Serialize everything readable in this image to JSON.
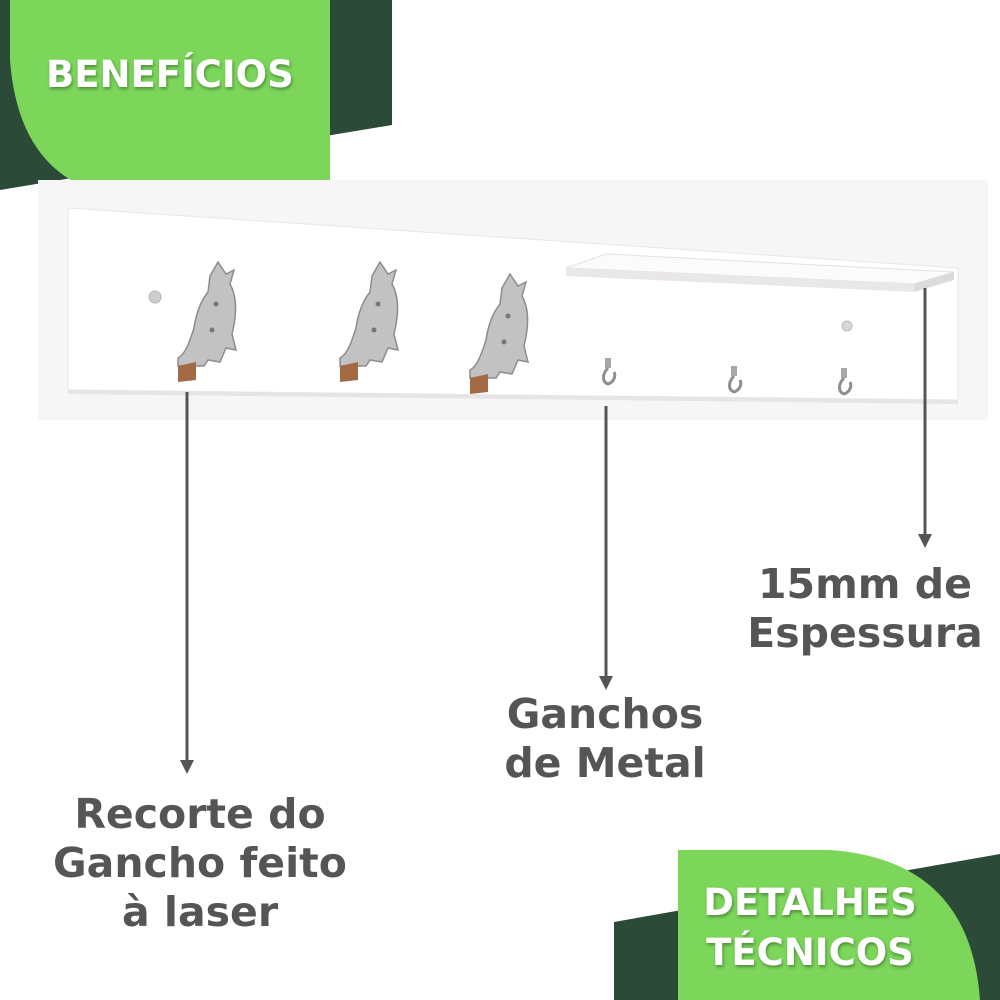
{
  "badges": {
    "top": {
      "label": "BENEFÍCIOS"
    },
    "bottom": {
      "line1": "DETALHES",
      "line2": "TÉCNICOS"
    }
  },
  "callouts": {
    "laser": {
      "line1": "Recorte do",
      "line2": "Gancho feito",
      "line3": "à laser"
    },
    "metal": {
      "line1": "Ganchos",
      "line2": "de Metal"
    },
    "thickness": {
      "line1": "15mm de",
      "line2": "Espessura"
    }
  },
  "colors": {
    "dark_green": "#2b4a38",
    "light_green": "#7bd65a",
    "text_gray": "#555555",
    "arrow_gray": "#555555"
  }
}
